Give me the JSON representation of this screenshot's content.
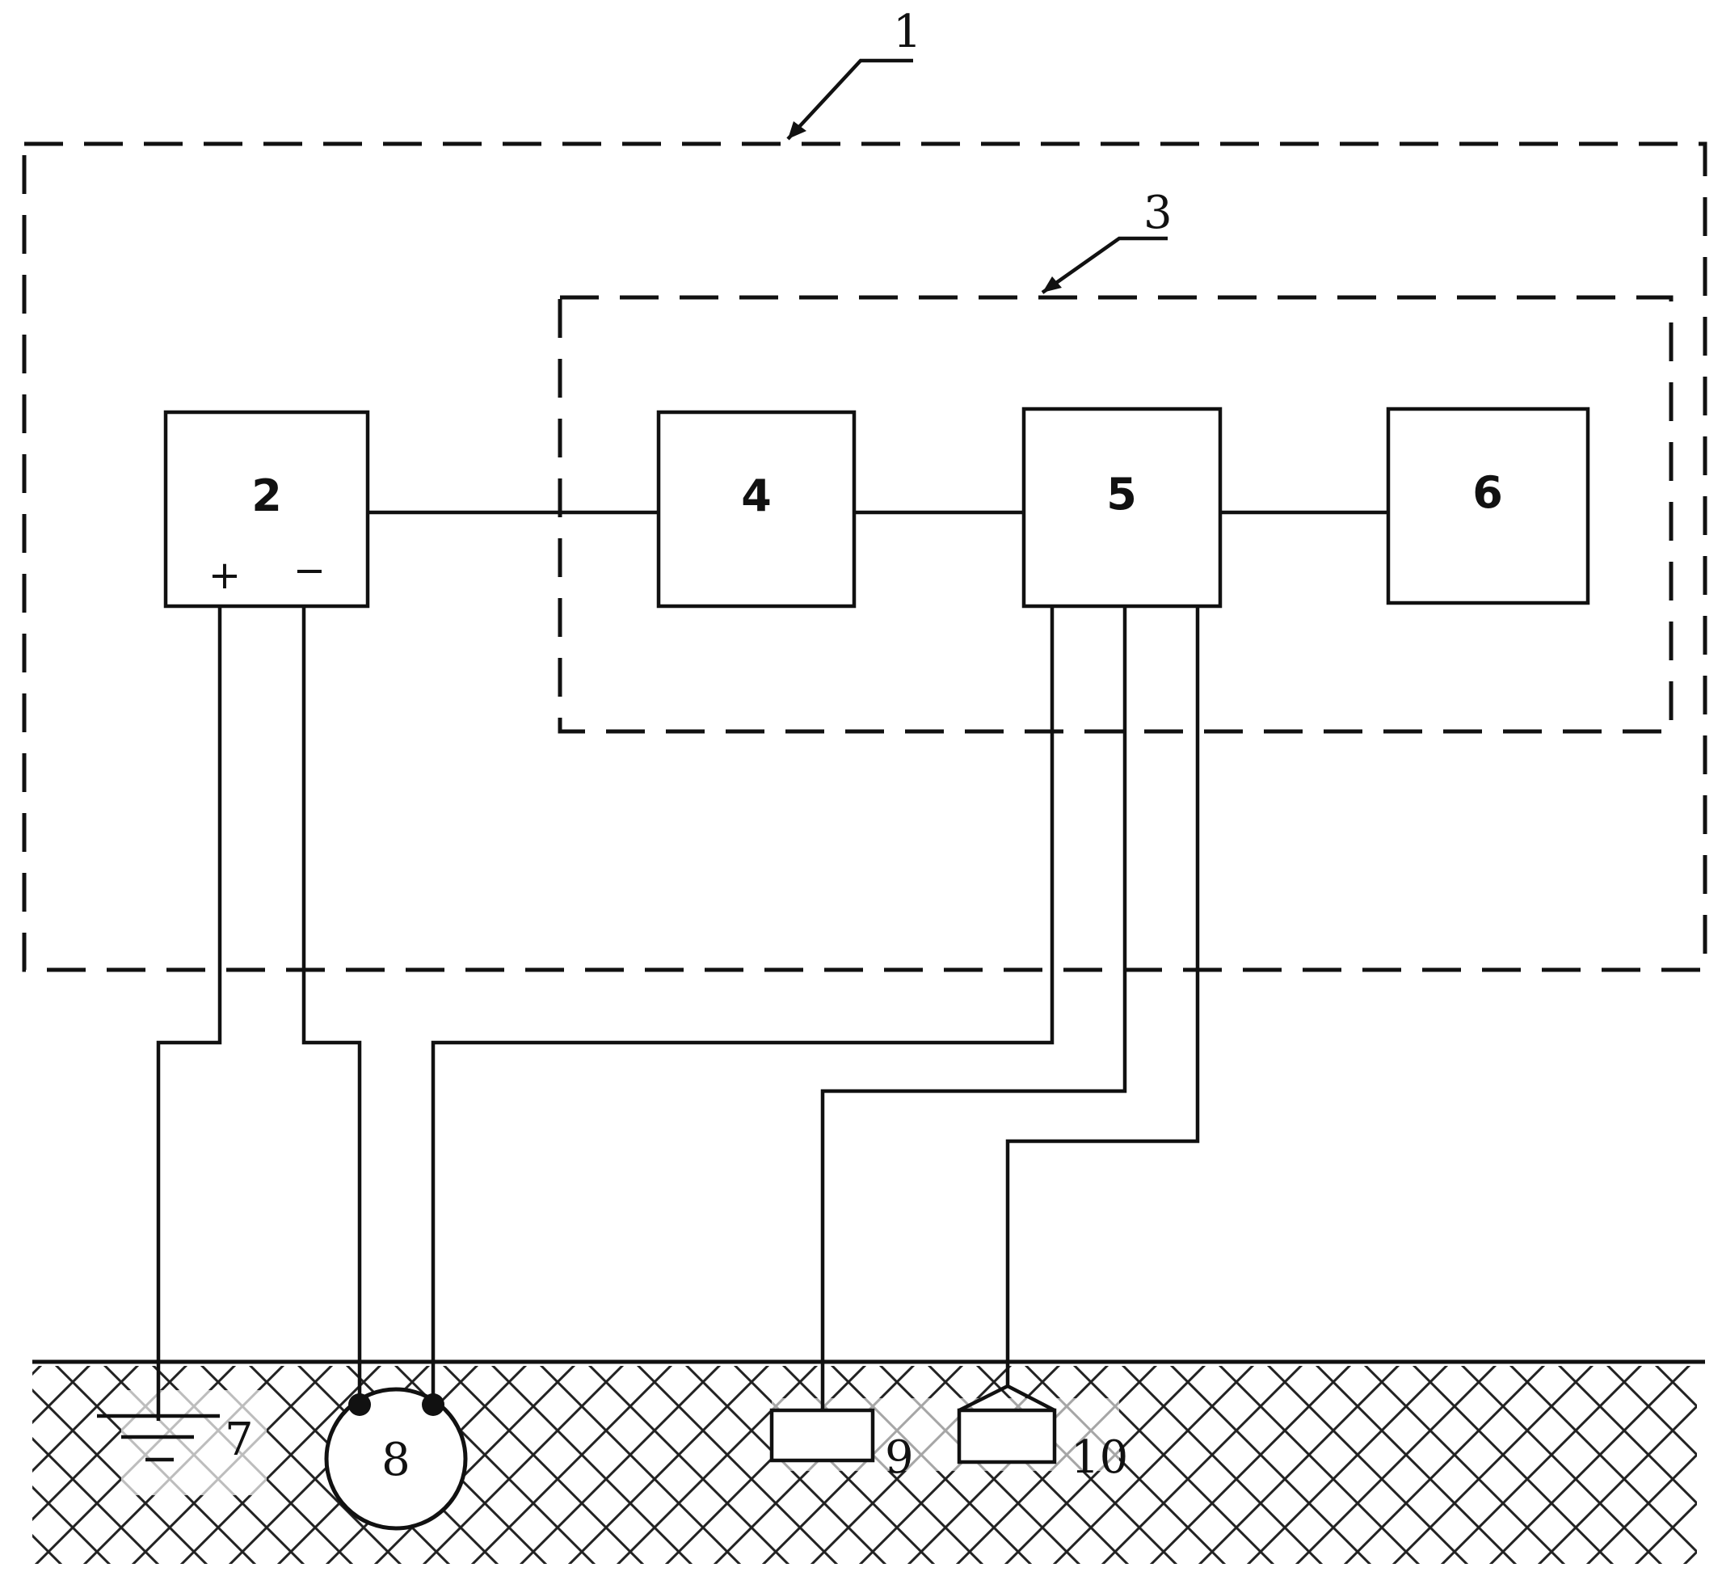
{
  "labels": {
    "outer_enclosure": "1",
    "inner_enclosure": "3",
    "block_2": "2",
    "block_4": "4",
    "block_5": "5",
    "block_6": "6",
    "component_7": "7",
    "component_8": "8",
    "component_9": "9",
    "component_10": "10"
  },
  "terminals": {
    "positive": "+",
    "negative": "−"
  },
  "colors": {
    "line": "#111111",
    "background": "#ffffff"
  }
}
